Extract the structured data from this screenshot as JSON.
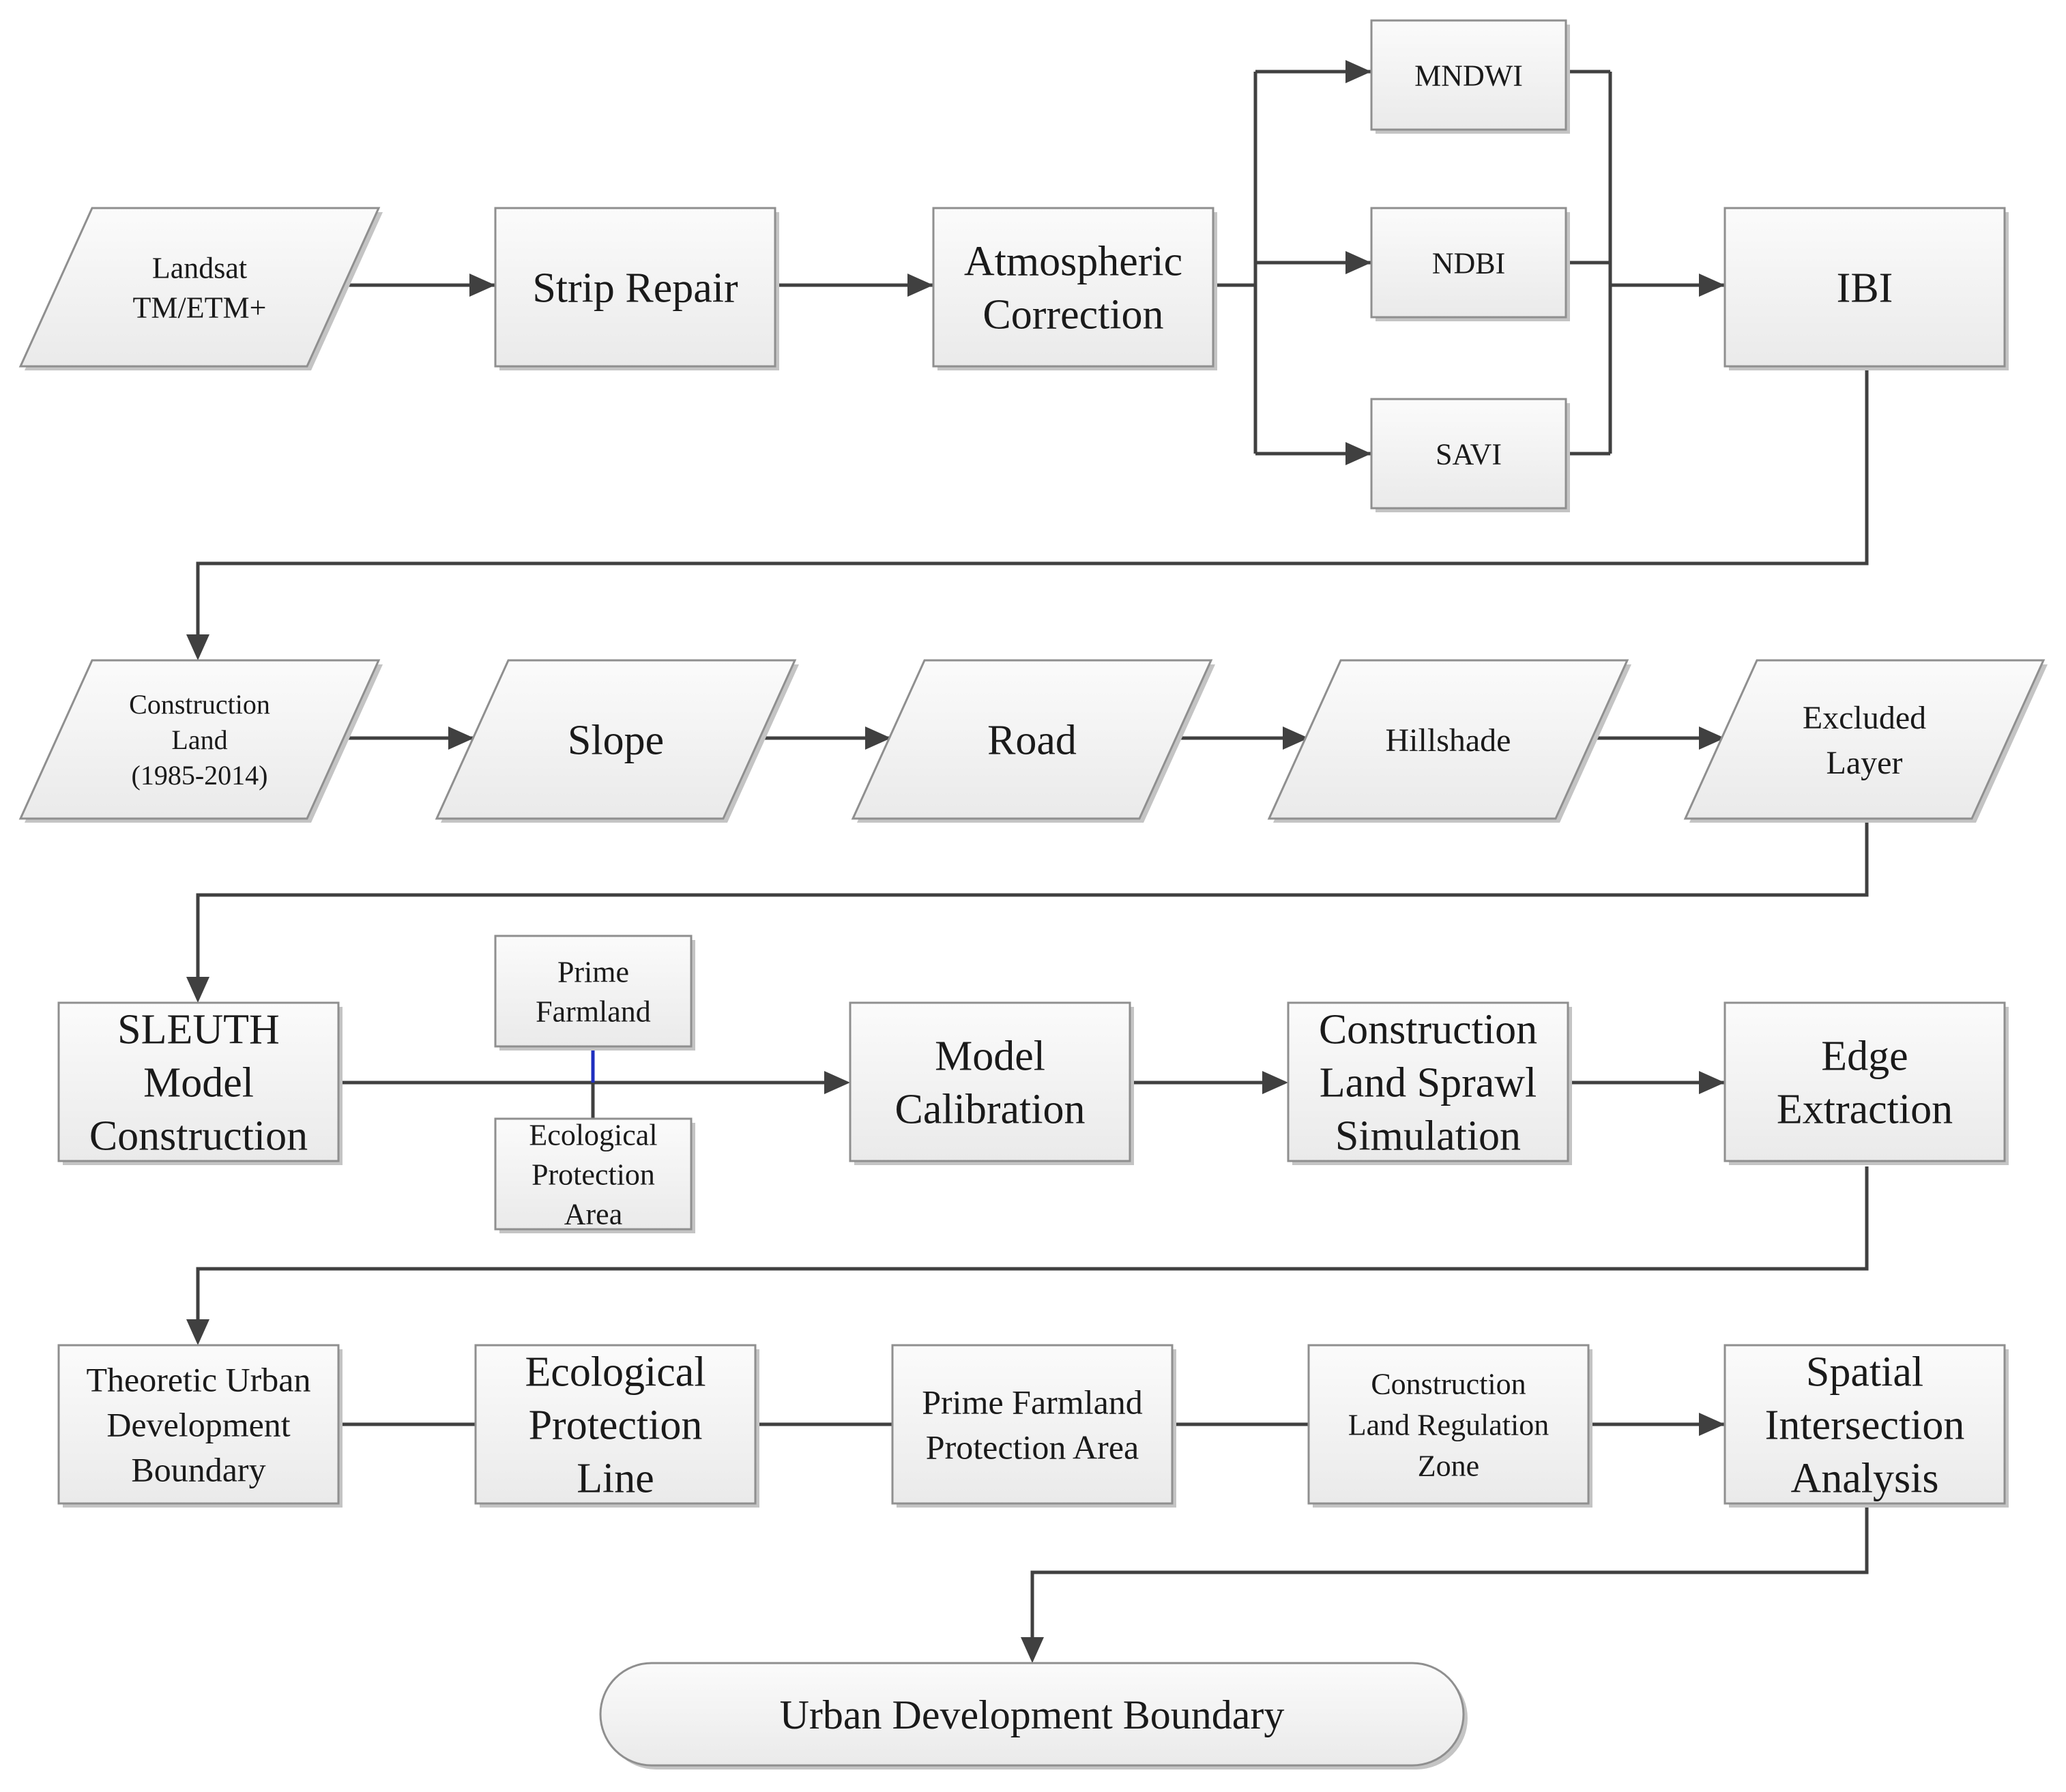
{
  "flowchart": {
    "nodes": {
      "landsat": {
        "lines": [
          "Landsat",
          "TM/ETM+"
        ]
      },
      "strip_repair": {
        "lines": [
          "Strip Repair"
        ]
      },
      "atmospheric": {
        "lines": [
          "Atmospheric",
          "Correction"
        ]
      },
      "mndwi": {
        "lines": [
          "MNDWI"
        ]
      },
      "ndbi": {
        "lines": [
          "NDBI"
        ]
      },
      "savi": {
        "lines": [
          "SAVI"
        ]
      },
      "ibi": {
        "lines": [
          "IBI"
        ]
      },
      "construction_land": {
        "lines": [
          "Construction",
          "Land",
          "(1985-2014)"
        ]
      },
      "slope": {
        "lines": [
          "Slope"
        ]
      },
      "road": {
        "lines": [
          "Road"
        ]
      },
      "hillshade": {
        "lines": [
          "Hillshade"
        ]
      },
      "excluded_layer": {
        "lines": [
          "Excluded",
          "Layer"
        ]
      },
      "sleuth": {
        "lines": [
          "SLEUTH",
          "Model",
          "Construction"
        ]
      },
      "prime_farmland": {
        "lines": [
          "Prime",
          "Farmland"
        ]
      },
      "eco_protection_area": {
        "lines": [
          "Ecological",
          "Protection",
          "Area"
        ]
      },
      "model_calibration": {
        "lines": [
          "Model",
          "Calibration"
        ]
      },
      "sprawl_simulation": {
        "lines": [
          "Construction",
          "Land Sprawl",
          "Simulation"
        ]
      },
      "edge_extraction": {
        "lines": [
          "Edge",
          "Extraction"
        ]
      },
      "theoretic_boundary": {
        "lines": [
          "Theoretic Urban",
          "Development",
          "Boundary"
        ]
      },
      "eco_protection_line": {
        "lines": [
          "Ecological",
          "Protection",
          "Line"
        ]
      },
      "prime_farmland_area": {
        "lines": [
          "Prime Farmland",
          "Protection Area"
        ]
      },
      "regulation_zone": {
        "lines": [
          "Construction",
          "Land Regulation",
          "Zone"
        ]
      },
      "spatial_intersection": {
        "lines": [
          "Spatial",
          "Intersection",
          "Analysis"
        ]
      },
      "urban_boundary": {
        "lines": [
          "Urban Development Boundary"
        ]
      }
    }
  }
}
